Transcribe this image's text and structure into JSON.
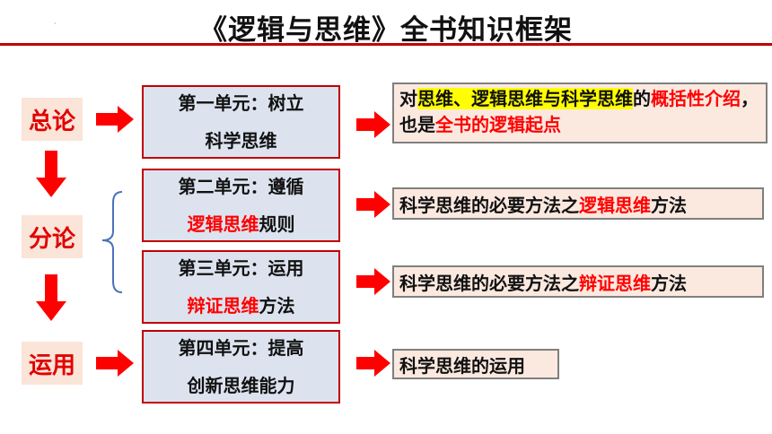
{
  "title": "《逻辑与思维》全书知识框架",
  "stages": {
    "overview": "总论",
    "parts": "分论",
    "application": "运用"
  },
  "units": [
    {
      "line1": "第一单元：树立",
      "line2": "科学思维"
    },
    {
      "line1": "第二单元：遵循",
      "line2_red": "逻辑思维",
      "line2_rest": "规则"
    },
    {
      "line1": "第三单元：运用",
      "line2_red": "辩证思维",
      "line2_rest": "方法"
    },
    {
      "line1": "第四单元：提高",
      "line2": "创新思维能力"
    }
  ],
  "descriptions": {
    "d1": {
      "part1": "对",
      "part2_hl": "思维、逻辑思维与科学思维",
      "part3": "的",
      "part4_red": "概括性介绍",
      "part5": "，也是",
      "part6_red": "全书的逻辑起点"
    },
    "d2": {
      "prefix": "科学思维的必要方法之",
      "red": "逻辑思维",
      "suffix": "方法"
    },
    "d3": {
      "prefix": "科学思维的必要方法之",
      "red": "辩证思维",
      "suffix": "方法"
    },
    "d4": {
      "text": "科学思维的运用"
    }
  },
  "colors": {
    "accent_red": "#ff0000",
    "border_red": "#c00000",
    "unit_fill": "#dce3ef",
    "label_fill": "#fbe4d8",
    "highlight": "#ffff00"
  }
}
